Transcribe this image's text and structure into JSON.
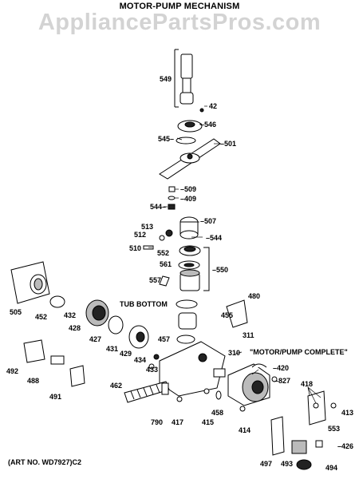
{
  "title": "MOTOR-PUMP MECHANISM",
  "watermark": "AppliancePartsPros.com",
  "art_number": "(ART NO. WD7927)C2",
  "section_labels": {
    "tub_bottom": "TUB BOTTOM",
    "motor_pump_complete": "\"MOTOR/PUMP COMPLETE\""
  },
  "parts": {
    "p549": "549",
    "p42": "42",
    "p546": "546",
    "p545": "545",
    "p501": "501",
    "p509": "509",
    "p409": "409",
    "p544a": "544",
    "p507": "507",
    "p513": "513",
    "p512": "512",
    "p544b": "544",
    "p510": "510",
    "p552": "552",
    "p561": "561",
    "p550": "550",
    "p557": "557",
    "p505": "505",
    "p452": "452",
    "p432": "432",
    "p428": "428",
    "p480": "480",
    "p455": "455",
    "p427": "427",
    "p431": "431",
    "p429": "429",
    "p434": "434",
    "p457": "457",
    "p311": "311",
    "p310": "310",
    "p433": "433",
    "p492": "492",
    "p488": "488",
    "p420": "420",
    "p827": "827",
    "p418": "418",
    "p491": "491",
    "p462": "462",
    "p413": "413",
    "p553": "553",
    "p790": "790",
    "p417": "417",
    "p415": "415",
    "p458": "458",
    "p414": "414",
    "p426": "426",
    "p497": "497",
    "p493": "493",
    "p494": "494"
  }
}
